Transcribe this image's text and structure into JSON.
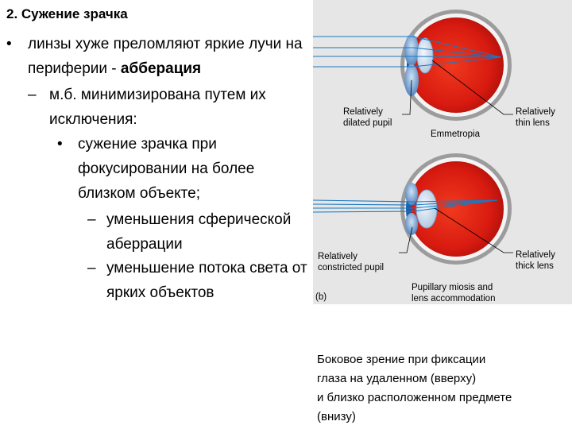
{
  "slide": {
    "title": "2. Сужение зрачка",
    "bullets": [
      {
        "marker": "•",
        "text_pre": "линзы хуже преломляют яркие лучи на периферии - ",
        "text_bold": "абберация"
      },
      {
        "marker": "–",
        "text": "м.б. минимизирована путем их исключения:"
      },
      {
        "marker": "•",
        "text": "сужение зрачка при фокусировании на более близком объекте;"
      },
      {
        "marker": "–",
        "text": "уменьшения сферической аберрации"
      },
      {
        "marker": "–",
        "text": "уменьшение потока света от ярких объектов"
      }
    ]
  },
  "figure": {
    "top": {
      "label_left": [
        "Relatively",
        "dilated pupil"
      ],
      "label_right": [
        "Relatively",
        "thin lens"
      ],
      "caption": "Emmetropia"
    },
    "bottom": {
      "label_left": [
        "Relatively",
        "constricted pupil"
      ],
      "label_right": [
        "Relatively",
        "thick lens"
      ],
      "caption": [
        "Pupillary miosis and",
        "lens accommodation"
      ]
    },
    "panel_letter": "(b)"
  },
  "caption_lines": [
    "Боковое зрение  при фиксации",
    "глаза на удаленном  (вверху)",
    "и близко расположенном предмете",
    "(внизу)"
  ]
}
